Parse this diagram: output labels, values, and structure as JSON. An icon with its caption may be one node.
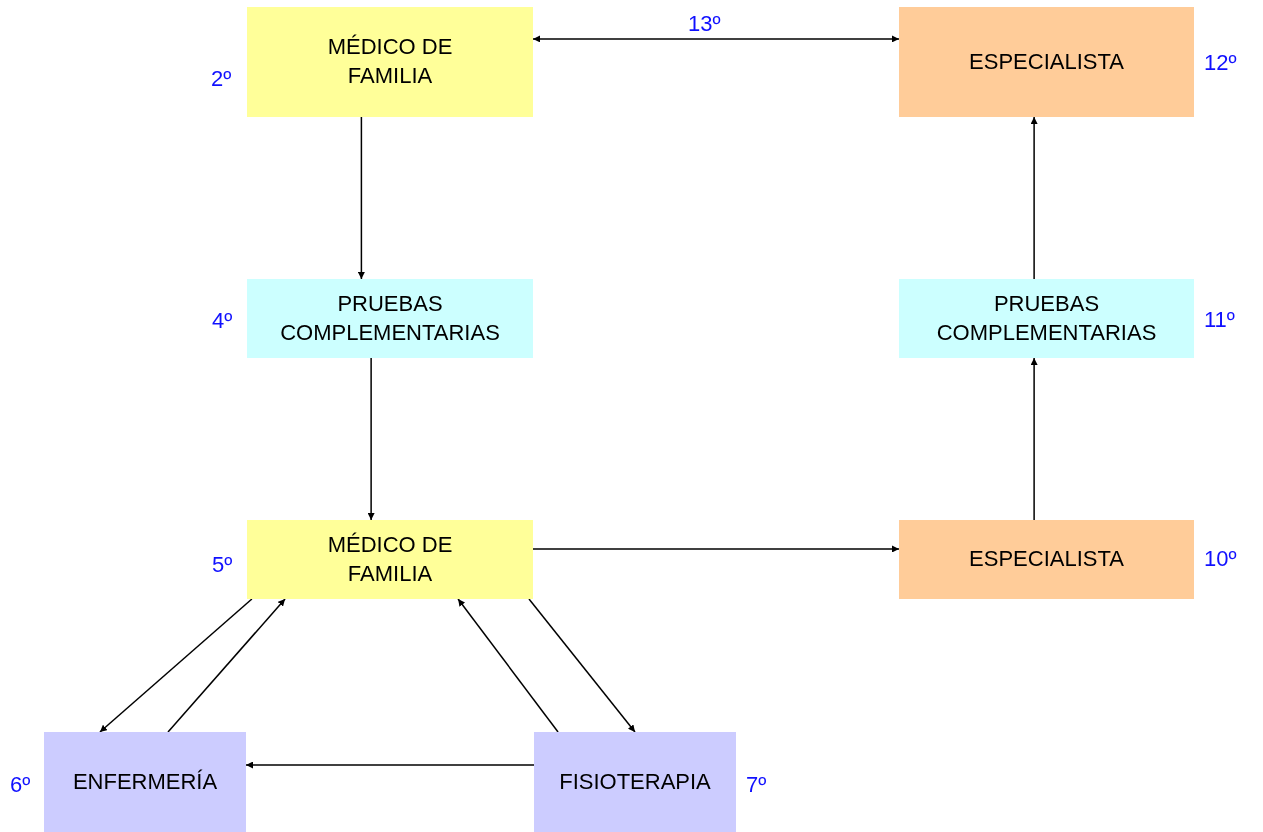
{
  "diagram": {
    "nodes": [
      {
        "text": [
          "MÉDICO DE FAMILIA"
        ],
        "beside": [
          "2º"
        ]
      },
      {
        "text": [
          "ESPECIALISTA"
        ],
        "beside": [
          "12º"
        ]
      },
      {
        "text": [
          "PRUEBAS COMPLEMENTARIAS"
        ],
        "beside": [
          "4º"
        ]
      },
      {
        "text": [
          "PRUEBAS COMPLEMENTARIAS"
        ],
        "beside": [
          "11º"
        ]
      },
      {
        "text": [
          "MÉDICO DE FAMILIA"
        ],
        "beside": [
          "5º"
        ]
      },
      {
        "text": [
          "ESPECIALISTA"
        ],
        "beside": [
          "10º"
        ]
      },
      {
        "text": [
          "ENFERMERÍA"
        ],
        "beside": [
          "6º"
        ]
      },
      {
        "text": [
          "FISIOTERAPIA"
        ],
        "beside": [
          "7º"
        ]
      }
    ],
    "edges": [
      {
        "from": 0,
        "to": 1,
        "arrow": "both",
        "label": "13º"
      },
      {
        "from": 0,
        "to": 2,
        "arrow": "to"
      },
      {
        "from": 2,
        "to": 4,
        "arrow": "to"
      },
      {
        "from": 4,
        "to": 5,
        "arrow": "to"
      },
      {
        "from": 5,
        "to": 3,
        "arrow": "to"
      },
      {
        "from": 3,
        "to": 1,
        "arrow": "to"
      },
      {
        "from": 4,
        "to": 6,
        "arrow": "to"
      },
      {
        "from": 6,
        "to": 4,
        "arrow": "to"
      },
      {
        "from": 7,
        "to": 4,
        "arrow": "to"
      },
      {
        "from": 4,
        "to": 7,
        "arrow": "to"
      },
      {
        "from": 7,
        "to": 6,
        "arrow": "to"
      }
    ]
  }
}
